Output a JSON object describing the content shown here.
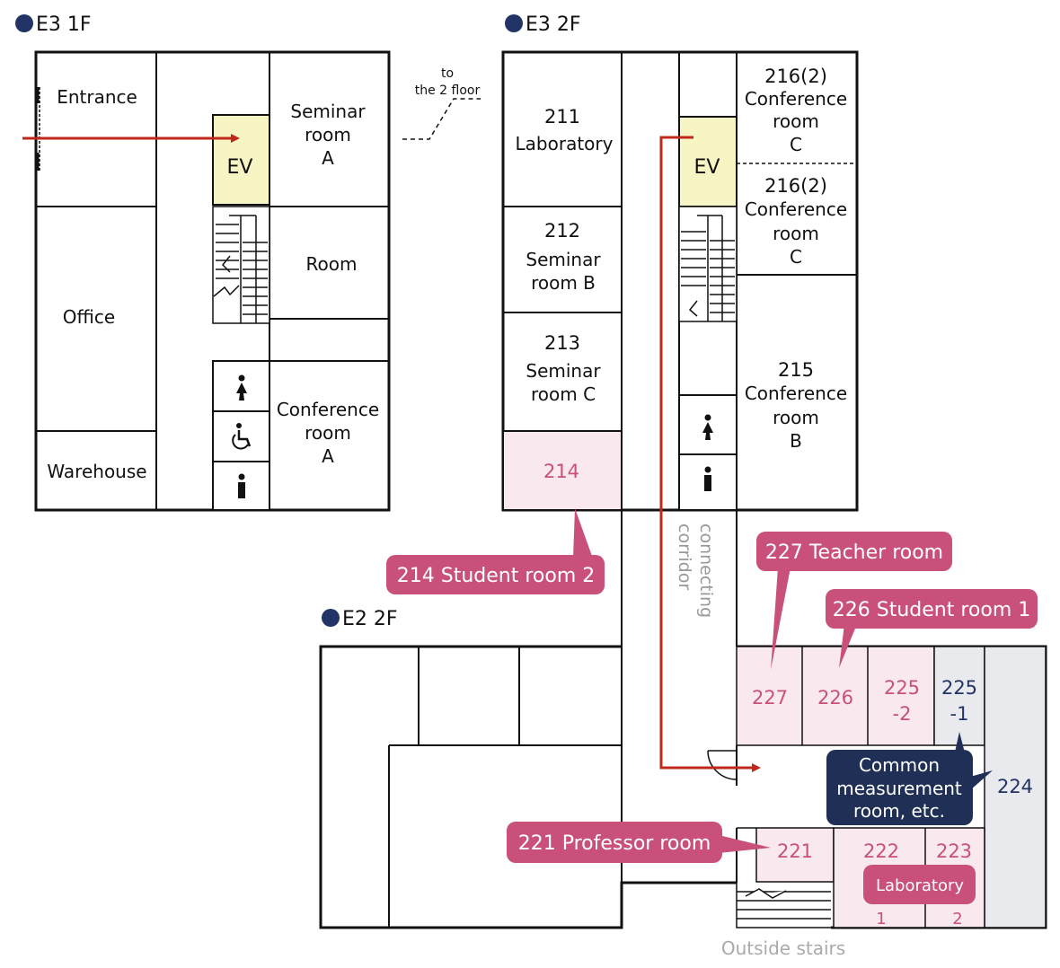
{
  "floors": {
    "e3_1f": {
      "title": "E3 1F",
      "rooms": {
        "entrance": "Entrance",
        "seminar_a": [
          "Seminar",
          "room",
          "A"
        ],
        "ev": "EV",
        "room": "Room",
        "office": "Office",
        "conference_a": [
          "Conference",
          "room",
          "A"
        ],
        "warehouse": "Warehouse"
      },
      "to_floor": [
        "to",
        "the 2 floor"
      ]
    },
    "e3_2f": {
      "title": "E3 2F",
      "rooms": {
        "r211": [
          "211",
          "Laboratory"
        ],
        "r212": [
          "212",
          "Seminar",
          "room B"
        ],
        "r213": [
          "213",
          "Seminar",
          "room C"
        ],
        "r214": "214",
        "ev": "EV",
        "r216a": [
          "216(2)",
          "Conference",
          "room",
          "C"
        ],
        "r216b": [
          "216(2)",
          "Conference",
          "room",
          "C"
        ],
        "r215": [
          "215",
          "Conference",
          "room",
          "B"
        ]
      },
      "connecting_corridor": [
        "connecting",
        "corridor"
      ]
    },
    "e2_2f": {
      "title": "E2 2F",
      "rooms": {
        "r227": "227",
        "r226": "226",
        "r225_2": [
          "225",
          "-2"
        ],
        "r225_1": [
          "225",
          "-1"
        ],
        "r224": "224",
        "r221": "221",
        "r222": "222",
        "r223": "223",
        "lab_1": "1",
        "lab_2": "2"
      },
      "outside_stairs": "Outside stairs"
    }
  },
  "callouts": {
    "student_room_2": "214 Student room 2",
    "teacher_room": "227 Teacher room",
    "student_room_1": "226 Student room 1",
    "common_measurement": [
      "Common",
      "measurement",
      "room, etc."
    ],
    "professor_room": "221 Professor room",
    "laboratory": "Laboratory"
  },
  "colors": {
    "route": "#c0281c",
    "elevator": "#f7f5c4",
    "highlight_room": "#f9e8ee",
    "gray_room": "#e9eaee",
    "callout_pink": "#c8507a",
    "callout_navy": "#1f2f55",
    "title_dot": "#223366"
  }
}
